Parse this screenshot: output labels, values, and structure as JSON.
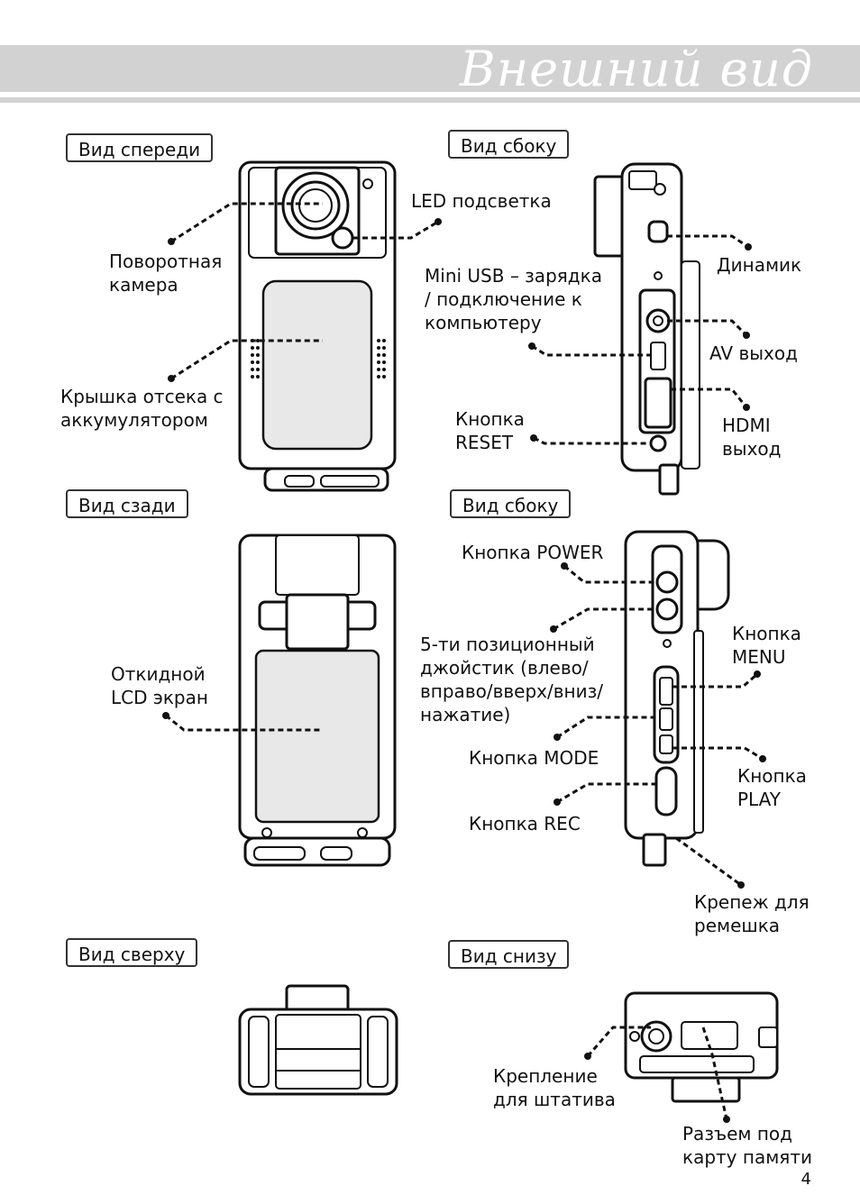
{
  "header": {
    "title": "Внешний вид"
  },
  "sections": {
    "front": "Вид спереди",
    "side1": "Вид сбоку",
    "back": "Вид сзади",
    "side2": "Вид сбоку",
    "top": "Вид сверху",
    "bottom": "Вид снизу"
  },
  "labels": {
    "led": "LED подсветка",
    "rotating_camera": "Поворотная\nкамера",
    "battery_cover": "Крышка отсека с\nаккумулятором",
    "mini_usb": "Mini USB – зарядка\n/ подключение к\nкомпьютеру",
    "speaker": "Динамик",
    "av_out": "AV выход",
    "hdmi_out": "HDMI\nвыход",
    "reset_button": "Кнопка\nRESET",
    "lcd_screen": "Откидной\nLCD экран",
    "power_button": "Кнопка POWER",
    "joystick": "5-ти позиционный\nджойстик (влево/\nвправо/вверх/вниз/\nнажатие)",
    "menu_button": "Кнопка\nMENU",
    "mode_button": "Кнопка MODE",
    "play_button": "Кнопка\nPLAY",
    "rec_button": "Кнопка REC",
    "strap_mount": "Крепеж для\nремешка",
    "tripod_mount": "Крепление\nдля штатива",
    "memory_slot": "Разъем под\nкарту памяти"
  },
  "page_number": "4"
}
